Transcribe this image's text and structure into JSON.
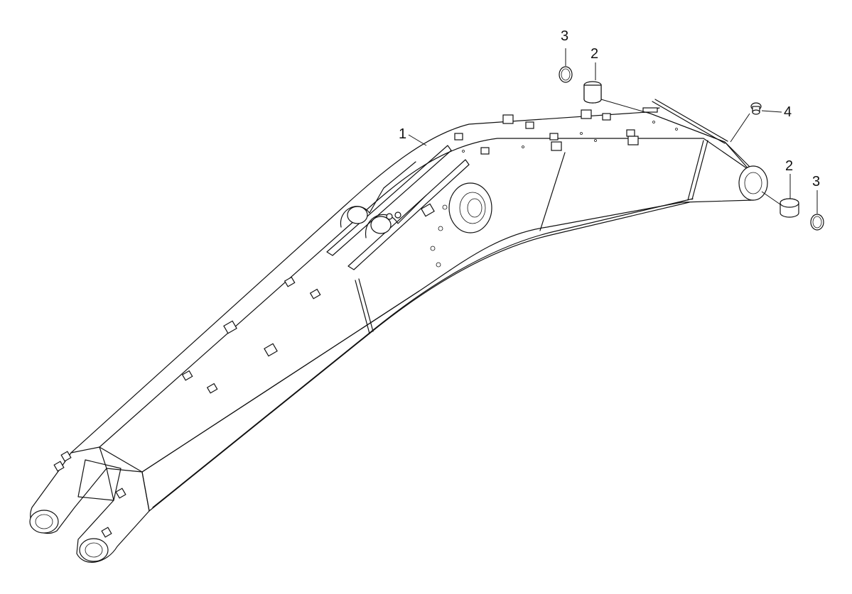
{
  "diagram": {
    "type": "exploded-parts-view",
    "line_color": "#111111",
    "background": "#ffffff",
    "callouts": [
      {
        "id": "c1",
        "label": "1"
      },
      {
        "id": "c2a",
        "label": "2"
      },
      {
        "id": "c3a",
        "label": "3"
      },
      {
        "id": "c4",
        "label": "4"
      },
      {
        "id": "c2b",
        "label": "2"
      },
      {
        "id": "c3b",
        "label": "3"
      }
    ]
  }
}
